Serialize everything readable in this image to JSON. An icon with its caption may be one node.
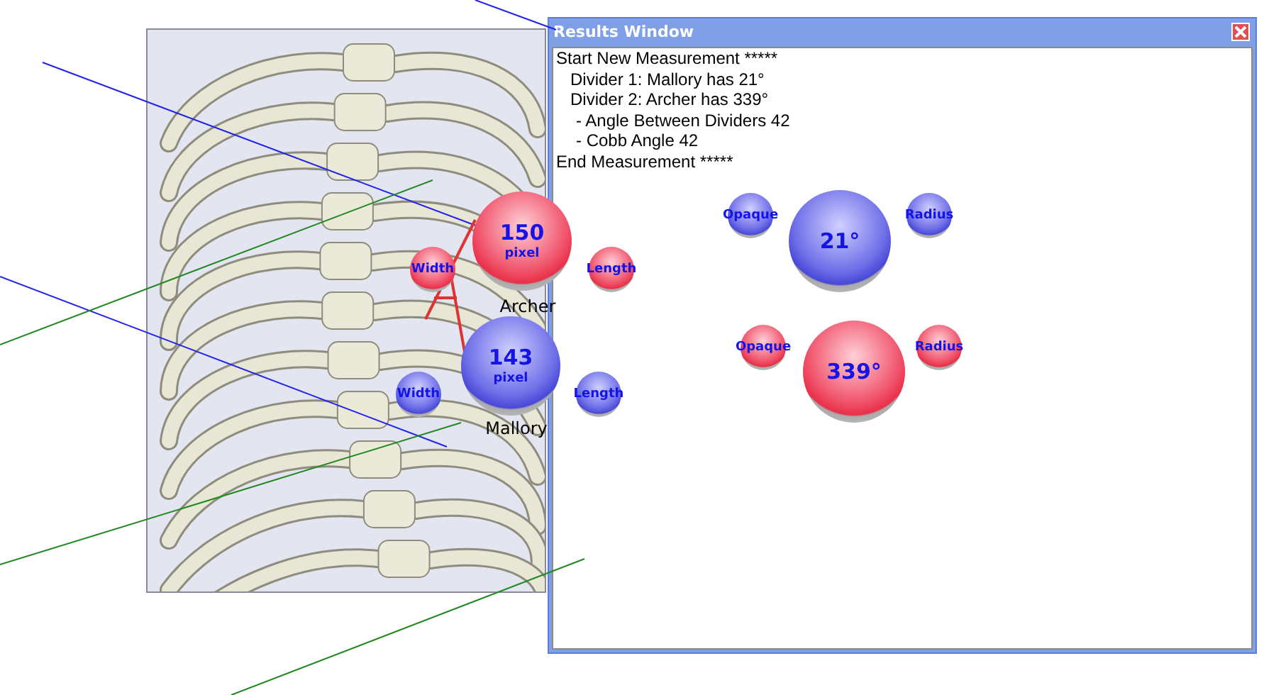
{
  "diagram": {
    "labels": [
      "Results Window",
      "Start New Measurement *****",
      "Divider 1: Mallory has 21°",
      "Divider 2: Archer has 339°",
      "- Angle Between Dividers 42",
      "- Cobb Angle 42",
      "End Measurement *****",
      "Opaque",
      "150",
      "pixel",
      "21°",
      "Radius",
      "Width",
      "Length",
      "Archer",
      "Opaque",
      "Radius",
      "143",
      "pixel",
      "339°",
      "Width",
      "Length",
      "Mallory"
    ]
  }
}
